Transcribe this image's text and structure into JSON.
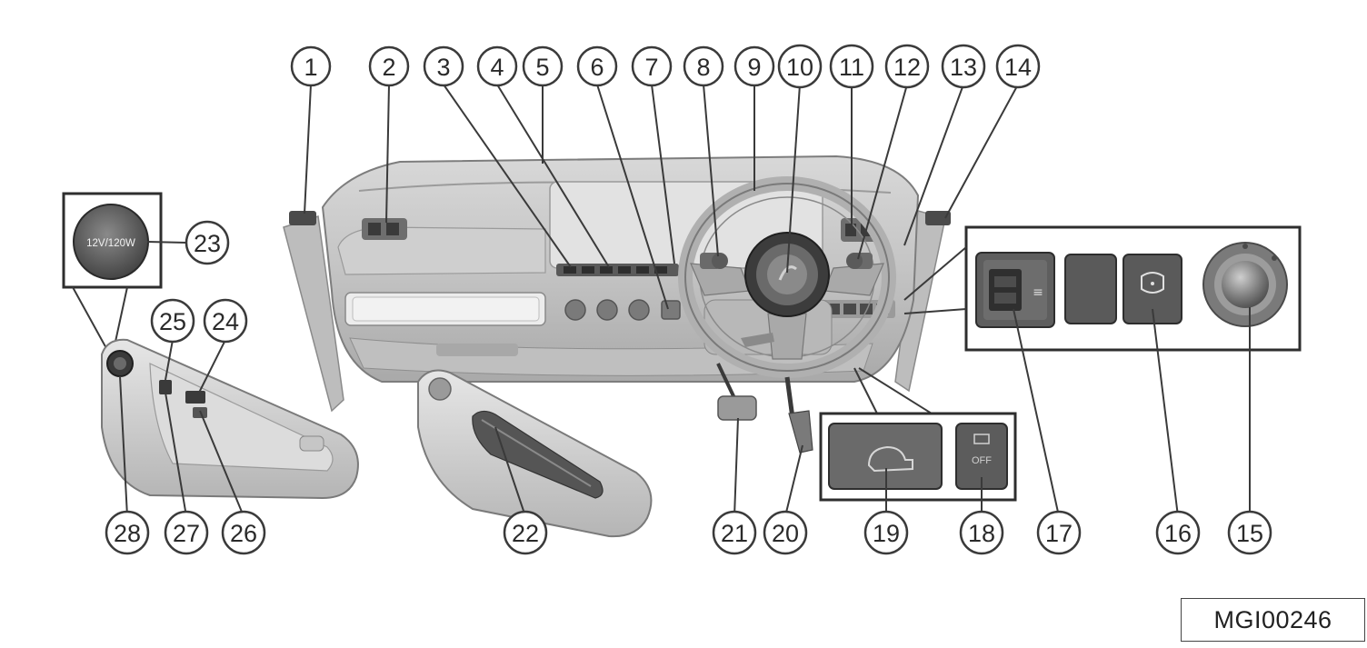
{
  "figure_code": "MGI00246",
  "socket_badge": "12V/120W",
  "switch_label_off": "OFF",
  "callouts": [
    "1",
    "2",
    "3",
    "4",
    "5",
    "6",
    "7",
    "8",
    "9",
    "10",
    "11",
    "12",
    "13",
    "14",
    "15",
    "16",
    "17",
    "18",
    "19",
    "20",
    "21",
    "22",
    "23",
    "24",
    "25",
    "26",
    "27",
    "28"
  ]
}
